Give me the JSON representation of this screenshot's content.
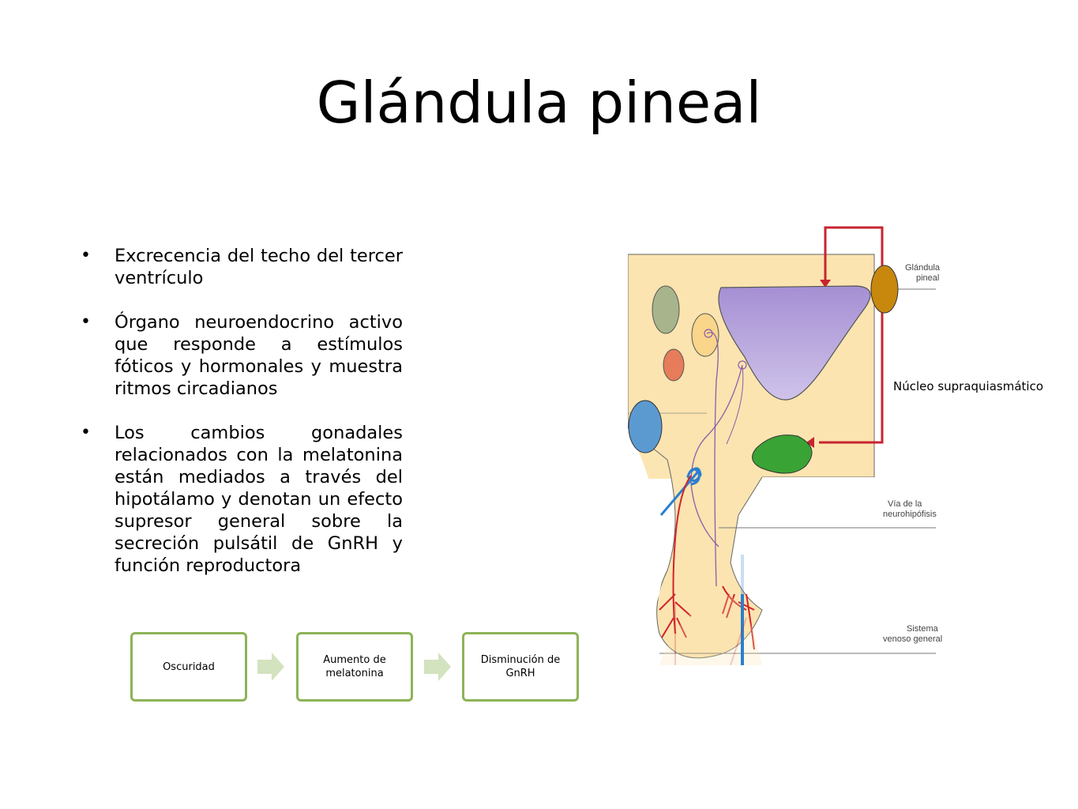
{
  "slide": {
    "title": "Glándula pineal",
    "bullets": [
      "Excrecencia del techo del tercer ventrículo",
      "Órgano neuroendocrino activo que responde a estímulos fóticos y hormonales y muestra ritmos circadianos",
      "Los cambios gonadales relacionados con la melatonina están mediados a través del hipotálamo y denotan un efecto supresor general sobre la secreción pulsátil de GnRH y función reproductora"
    ],
    "flow": [
      "Oscuridad",
      "Aumento de melatonina",
      "Disminución de GnRH"
    ],
    "flow_color": "#8db356",
    "arrow_color": "#d3e2bf"
  },
  "diagram": {
    "labels": {
      "pineal_line1": "Glándula",
      "pineal_line2": "pineal",
      "via_line1": "Vía de la",
      "via_line2": "neurohipófisis",
      "sistema_line1": "Sistema",
      "sistema_line2": "venoso general"
    },
    "nucleo_label": "Núcleo supraquiasmático"
  }
}
